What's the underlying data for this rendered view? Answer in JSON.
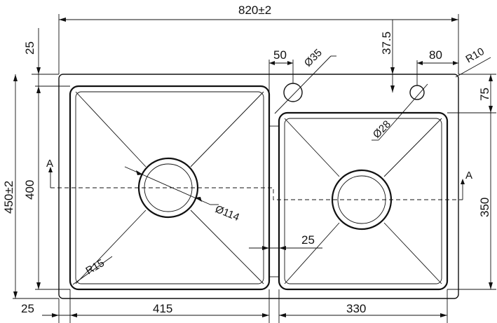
{
  "dimensions": {
    "overall_width": "820±2",
    "overall_height": "450±2",
    "top_margin": "25",
    "inner_height": "400",
    "left_margin": "25",
    "left_bowl_width": "415",
    "right_bowl_width": "330",
    "right_bowl_height": "350",
    "right_top_offset": "75",
    "hole_spacing": "50",
    "hole_diameter_35": "Ø35",
    "hole_offset_37_5": "37.5",
    "hole_spacing_80": "80",
    "corner_radius_r10": "R10",
    "hole_diameter_28": "Ø28",
    "drain_diameter": "Ø114",
    "divider_width": "25",
    "bowl_radius": "R15"
  },
  "section_marks": {
    "left": "A",
    "right": "A"
  }
}
